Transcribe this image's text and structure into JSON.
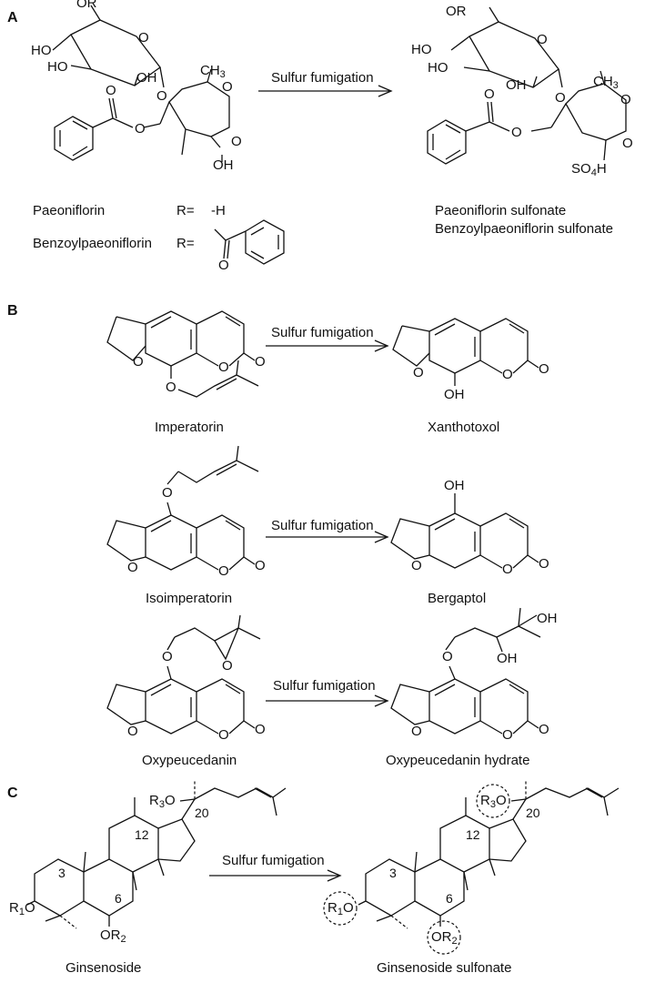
{
  "panel_a": {
    "letter": "A",
    "arrow_label": "Sulfur fumigation",
    "reactant_names": [
      "Paeoniflorin",
      "Benzoylpaeoniflorin"
    ],
    "r_label": "R=",
    "r_h_value": "-H",
    "product_names": [
      "Paeoniflorin sulfonate",
      "Benzoylpaeoniflorin sulfonate"
    ],
    "atoms": {
      "or": "OR",
      "ho": "HO",
      "oh": "OH",
      "ch3": "CH",
      "sub3": "3",
      "o": "O",
      "so4h_prefix": "SO",
      "sub4": "4",
      "h": "H"
    }
  },
  "panel_b": {
    "letter": "B",
    "arrow_label": "Sulfur fumigation",
    "reactions": [
      {
        "reactant": "Imperatorin",
        "product": "Xanthotoxol"
      },
      {
        "reactant": "Isoimperatorin",
        "product": "Bergaptol"
      },
      {
        "reactant": "Oxypeucedanin",
        "product": "Oxypeucedanin hydrate"
      }
    ],
    "atoms": {
      "o": "O",
      "oh": "OH"
    }
  },
  "panel_c": {
    "letter": "C",
    "arrow_label": "Sulfur fumigation",
    "reactant": "Ginsenoside",
    "product": "Ginsenoside sulfonate",
    "positions": [
      "3",
      "6",
      "12",
      "20"
    ],
    "groups": {
      "r": "R",
      "o": "O",
      "sub1": "1",
      "sub2": "2",
      "sub3": "3"
    }
  }
}
